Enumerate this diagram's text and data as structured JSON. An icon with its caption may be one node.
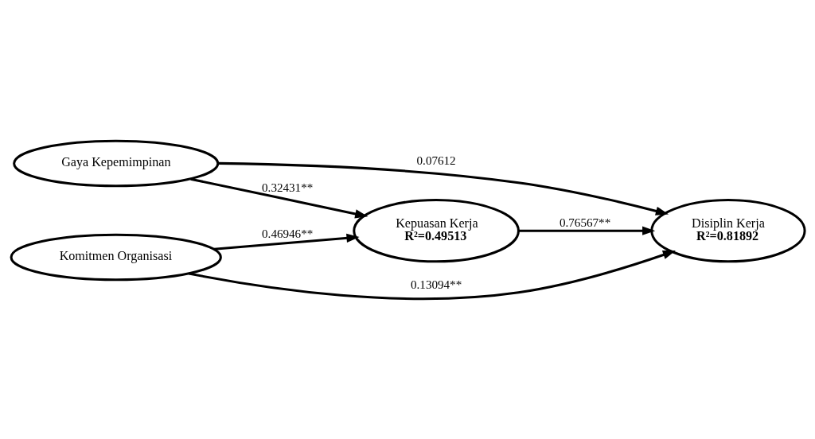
{
  "diagram": {
    "nodes": [
      {
        "text": [
          "Gaya Kepemimpinan"
        ]
      },
      {
        "text": [
          "Kepuasan Kerja",
          "R²=0.49513"
        ]
      },
      {
        "text": [
          "Disiplin Kerja",
          "R²=0.81892"
        ]
      },
      {
        "text": [
          "Komitmen Organisasi"
        ]
      }
    ],
    "edges": [
      {
        "from": 0,
        "to": 2,
        "arrow": "to",
        "label": "0.07612"
      },
      {
        "from": 0,
        "to": 1,
        "arrow": "to",
        "label": "0.32431**"
      },
      {
        "from": 3,
        "to": 1,
        "arrow": "to",
        "label": "0.46946**"
      },
      {
        "from": 1,
        "to": 2,
        "arrow": "to",
        "label": "0.76567**"
      },
      {
        "from": 3,
        "to": 2,
        "arrow": "to",
        "label": "0.13094**"
      }
    ]
  }
}
